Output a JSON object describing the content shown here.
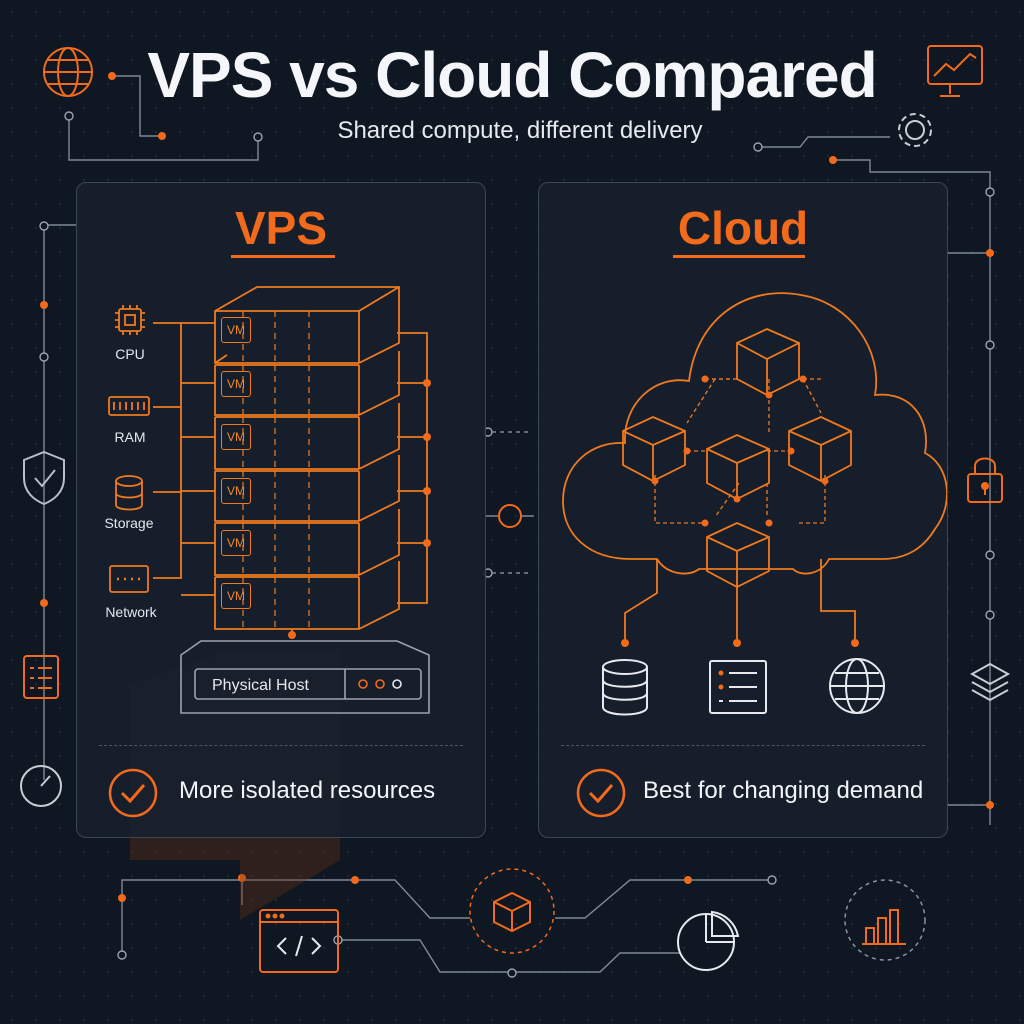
{
  "header": {
    "title": "VPS vs Cloud Compared",
    "subtitle": "Shared compute, different delivery"
  },
  "vps": {
    "title": "VPS",
    "resources": [
      "CPU",
      "RAM",
      "Storage",
      "Network"
    ],
    "vm_label": "VM",
    "host_label": "Physical Host",
    "benefit": "More isolated resources"
  },
  "cloud": {
    "title": "Cloud",
    "benefit": "Best for changing demand"
  },
  "colors": {
    "accent": "#f26a1b",
    "background": "#0f1722",
    "panel_border": "#3b4656",
    "line": "#8a94a3"
  },
  "icons": [
    "globe-icon",
    "monitor-chart-icon",
    "gear-icon",
    "shield-check-icon",
    "checklist-icon",
    "gauge-icon",
    "lock-icon",
    "layers-icon",
    "cube-icon",
    "code-window-icon",
    "pie-chart-icon",
    "bar-chart-icon",
    "database-icon",
    "server-rack-icon",
    "check-circle-icon"
  ]
}
